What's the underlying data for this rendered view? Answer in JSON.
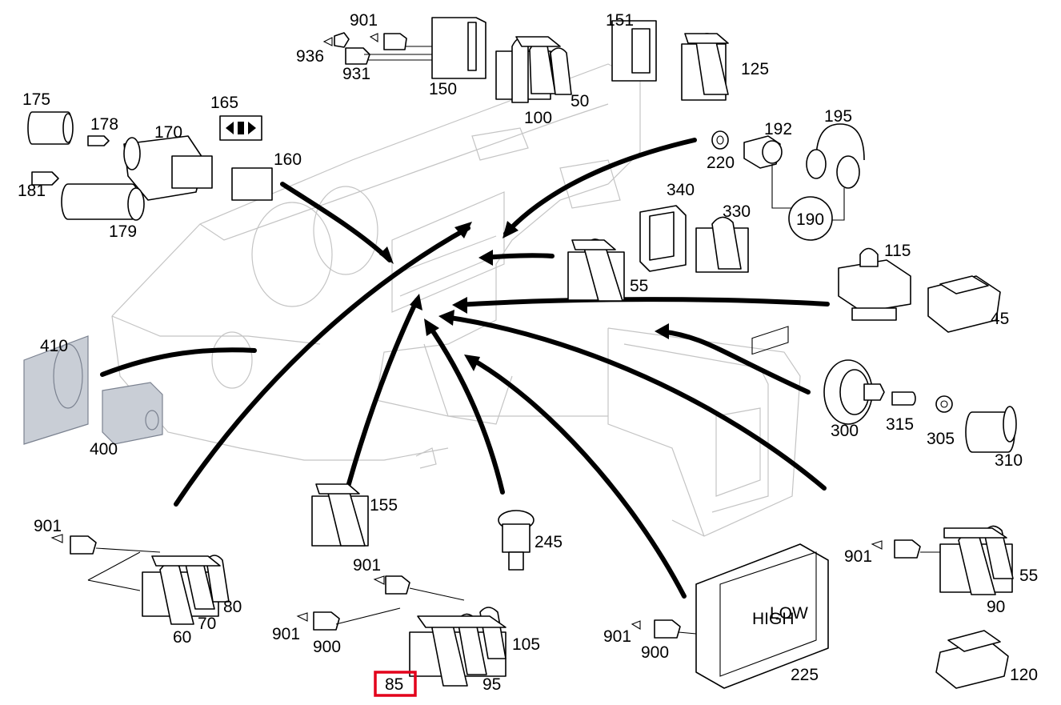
{
  "diagram": {
    "callouts": {
      "c901a": "901",
      "c936": "936",
      "c931": "931",
      "c150": "150",
      "c151": "151",
      "c125": "125",
      "c100": "100",
      "c50": "50",
      "c175": "175",
      "c178": "178",
      "c165": "165",
      "c170": "170",
      "c160": "160",
      "c181": "181",
      "c179": "179",
      "c195": "195",
      "c192": "192",
      "c220": "220",
      "c190": "190",
      "c340": "340",
      "c330": "330",
      "c55a": "55",
      "c115": "115",
      "c45": "45",
      "c410": "410",
      "c400": "400",
      "c300": "300",
      "c315": "315",
      "c305": "305",
      "c310": "310",
      "c155": "155",
      "c245": "245",
      "c901b": "901",
      "c60": "60",
      "c70": "70",
      "c80": "80",
      "c901c": "901",
      "c901d": "901",
      "c900a": "900",
      "c105": "105",
      "c95": "95",
      "c85": "85",
      "c901e": "901",
      "c900b": "900",
      "c225": "225",
      "c901f": "901",
      "c55b": "55",
      "c90": "90",
      "c120": "120"
    },
    "highlighted_callout": "85",
    "highlight_color": "#e3001b",
    "panel_text": {
      "high": "HIGH",
      "low": "LOW"
    }
  }
}
